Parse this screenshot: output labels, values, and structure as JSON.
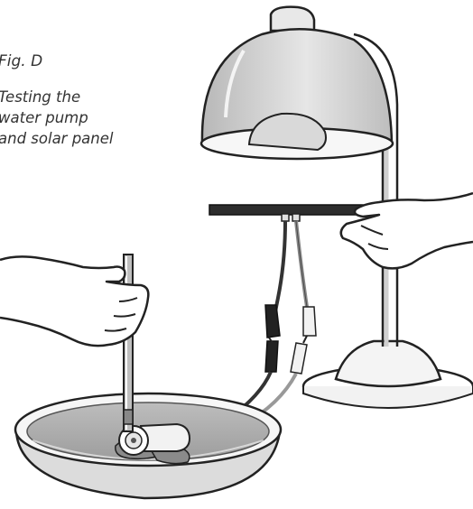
{
  "figure": {
    "label": "Fig. D",
    "caption_lines": [
      "Testing the",
      "water pump",
      "and solar panel"
    ]
  },
  "illustration": {
    "parts": [
      "desk-lamp",
      "solar-panel",
      "hand-holding-panel",
      "hand-holding-tube",
      "water-tube",
      "water-pump",
      "water-tray",
      "alligator-clip-wires"
    ]
  }
}
